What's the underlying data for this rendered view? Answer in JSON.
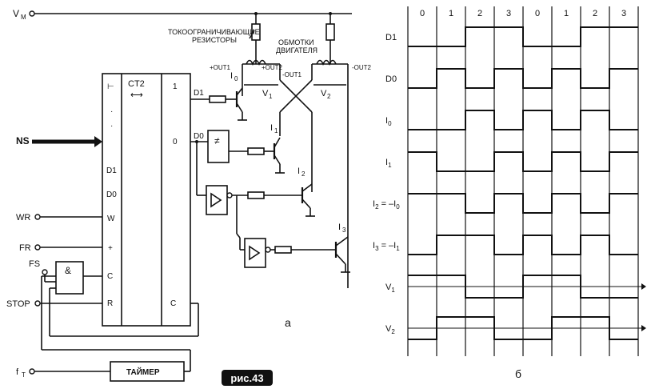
{
  "figure_label": "рис.43",
  "circuit": {
    "subfigure_label": "а",
    "inputs": {
      "vm": "V",
      "vm_sub": "M",
      "ns": "NS",
      "wr": "WR",
      "fr": "FR",
      "fs": "FS",
      "stop": "STOP",
      "ft": "f",
      "ft_sub": "T"
    },
    "counter": {
      "name": "CT2",
      "arrow": "⟷",
      "left_pins": [
        "⊢",
        "·",
        "·",
        "D1",
        "D0",
        "W",
        "+",
        "C",
        "R"
      ],
      "right_pins": [
        "1",
        "0",
        "C"
      ]
    },
    "and_gate_label": "&",
    "xor_label": "≠",
    "timer_label": "ТАЙМЕР",
    "signal_labels": {
      "d1": "D1",
      "d0": "D0"
    },
    "resistor_caption": [
      "ТОКООГРАНИЧИВАЮЩИЕ",
      "РЕЗИСТОРЫ"
    ],
    "winding_caption": [
      "ОБМОТКИ",
      "ДВИГАТЕЛЯ"
    ],
    "out_labels": {
      "out1_pos": "+OUT1",
      "out2_pos": "+OUT2",
      "out1_neg": "-OUT1",
      "out2_neg": "-OUT2"
    },
    "transistors": [
      {
        "name": "I",
        "sub": "0"
      },
      {
        "name": "I",
        "sub": "1"
      },
      {
        "name": "I",
        "sub": "2"
      },
      {
        "name": "I",
        "sub": "3"
      }
    ],
    "windings": [
      {
        "name": "V",
        "sub": "1"
      },
      {
        "name": "V",
        "sub": "2"
      }
    ]
  },
  "timing": {
    "subfigure_label": "б",
    "phase_headers": [
      "0",
      "1",
      "2",
      "3",
      "0",
      "1",
      "2",
      "3"
    ],
    "signals": [
      {
        "label": "D1",
        "sub": "",
        "suffix": "",
        "levels": [
          0,
          0,
          1,
          1,
          0,
          0,
          1,
          1
        ],
        "arrow": false
      },
      {
        "label": "D0",
        "sub": "",
        "suffix": "",
        "levels": [
          0,
          1,
          0,
          1,
          0,
          1,
          0,
          1
        ],
        "arrow": false
      },
      {
        "label": "I",
        "sub": "0",
        "suffix": "",
        "levels": [
          0,
          0,
          1,
          0,
          1,
          0,
          1,
          0
        ],
        "arrow": false
      },
      {
        "label": "I",
        "sub": "1",
        "suffix": "",
        "levels": [
          1,
          0,
          0,
          1,
          0,
          1,
          0,
          1
        ],
        "arrow": false
      },
      {
        "label": "I",
        "sub": "2",
        "suffix": " = –I",
        "suffix_sub": "0",
        "levels": [
          1,
          1,
          0,
          1,
          0,
          1,
          0,
          1
        ],
        "arrow": false
      },
      {
        "label": "I",
        "sub": "3",
        "suffix": " = –I",
        "suffix_sub": "1",
        "levels": [
          0,
          1,
          1,
          0,
          1,
          0,
          1,
          0
        ],
        "arrow": false
      },
      {
        "label": "V",
        "sub": "1",
        "suffix": "",
        "levels": [
          1,
          1,
          -1,
          -1,
          1,
          1,
          -1,
          -1
        ],
        "arrow": true
      },
      {
        "label": "V",
        "sub": "2",
        "suffix": "",
        "levels": [
          -1,
          1,
          1,
          -1,
          -1,
          1,
          1,
          -1
        ],
        "arrow": true
      }
    ]
  }
}
